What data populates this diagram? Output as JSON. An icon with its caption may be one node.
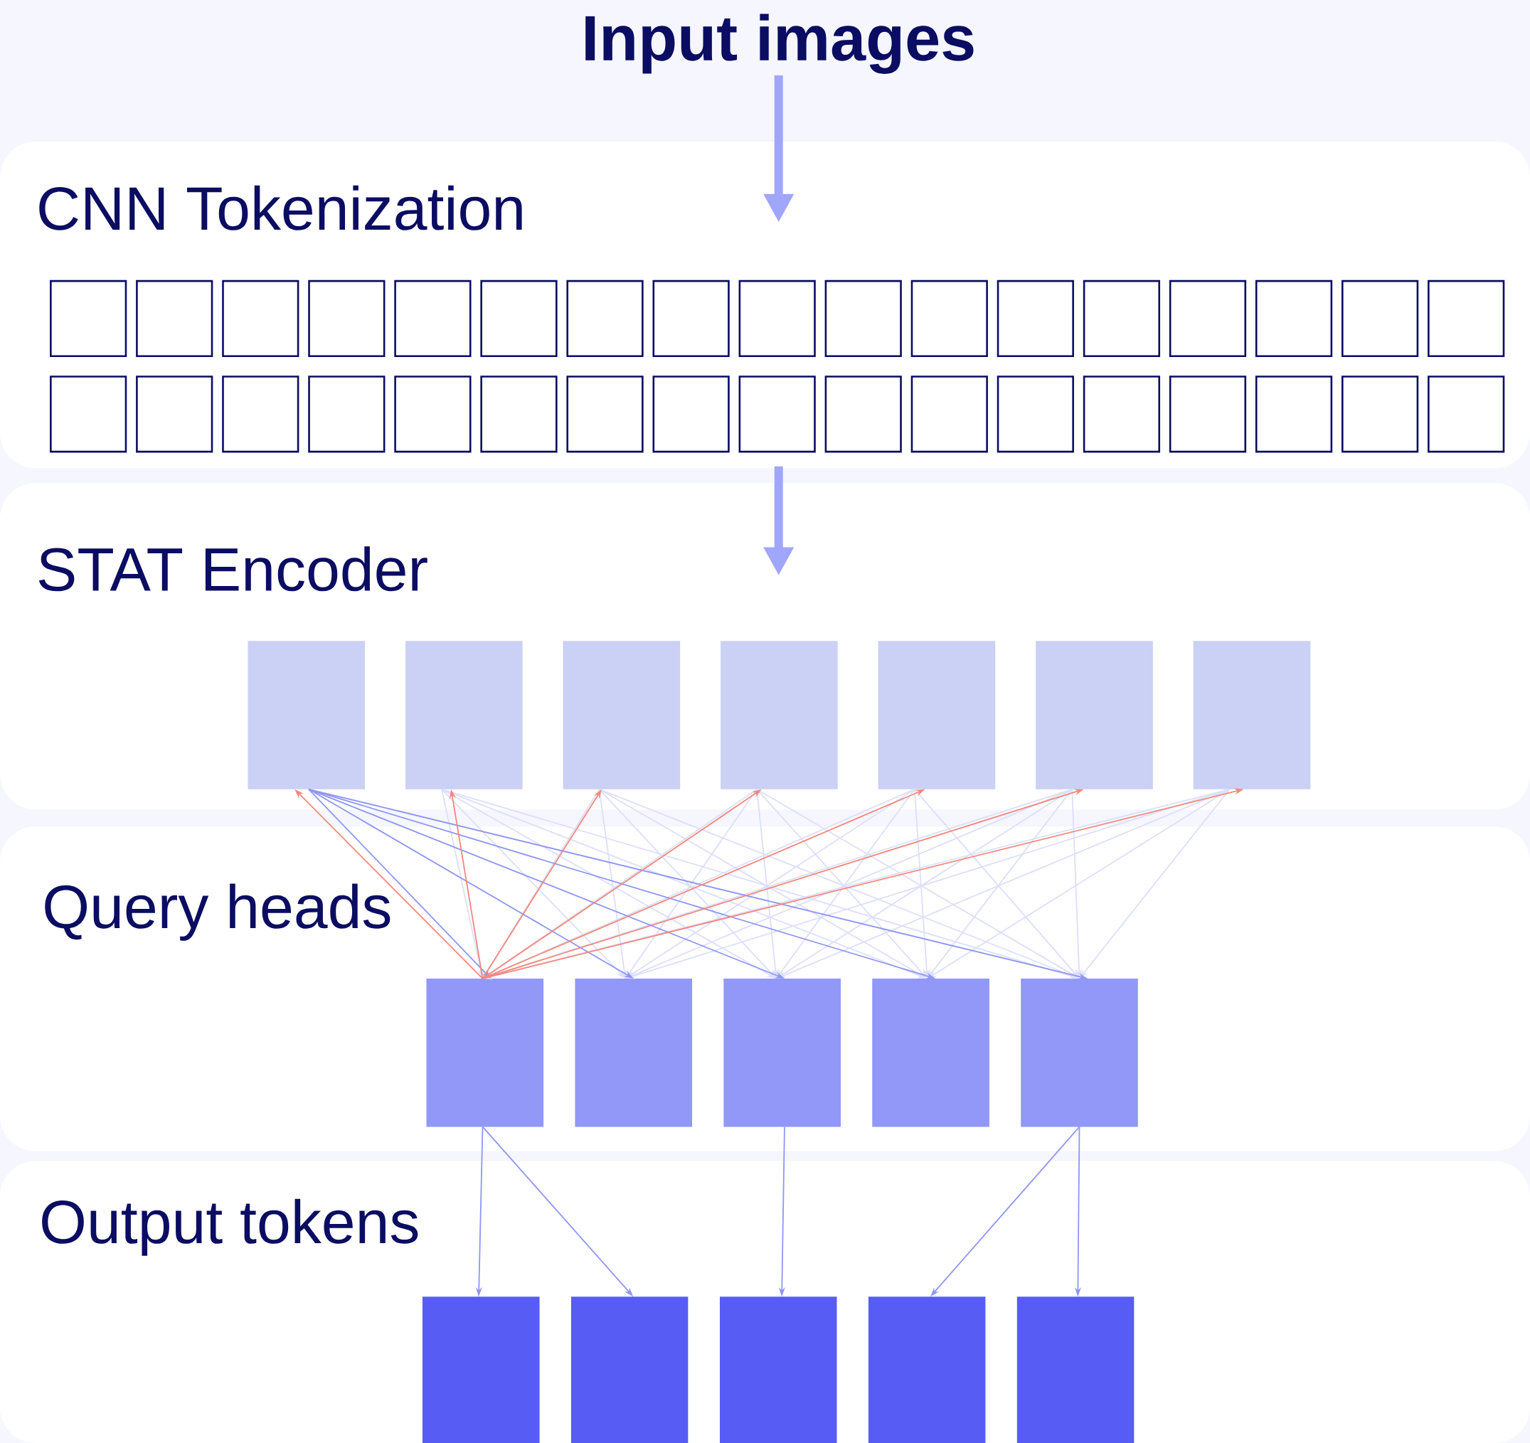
{
  "diagram": {
    "nodes": [
      {
        "text": [
          "Input images"
        ]
      },
      {
        "text": [
          "CNN Tokenization"
        ]
      },
      {
        "text": [],
        "shape": "box",
        "in": 1
      },
      {
        "text": [],
        "shape": "box",
        "in": 1
      },
      {
        "text": [],
        "shape": "box",
        "in": 1
      },
      {
        "text": [],
        "shape": "box",
        "in": 1
      },
      {
        "text": [],
        "shape": "box",
        "in": 1
      },
      {
        "text": [],
        "shape": "box",
        "in": 1
      },
      {
        "text": [],
        "shape": "box",
        "in": 1
      },
      {
        "text": [],
        "shape": "box",
        "in": 1
      },
      {
        "text": [],
        "shape": "box",
        "in": 1
      },
      {
        "text": [],
        "shape": "box",
        "in": 1
      },
      {
        "text": [],
        "shape": "box",
        "in": 1
      },
      {
        "text": [],
        "shape": "box",
        "in": 1
      },
      {
        "text": [],
        "shape": "box",
        "in": 1
      },
      {
        "text": [],
        "shape": "box",
        "in": 1
      },
      {
        "text": [],
        "shape": "box",
        "in": 1
      },
      {
        "text": [],
        "shape": "box",
        "in": 1
      },
      {
        "text": [],
        "shape": "box",
        "in": 1
      },
      {
        "text": [],
        "shape": "box",
        "in": 1
      },
      {
        "text": [],
        "shape": "box",
        "in": 1
      },
      {
        "text": [],
        "shape": "box",
        "in": 1
      },
      {
        "text": [],
        "shape": "box",
        "in": 1
      },
      {
        "text": [],
        "shape": "box",
        "in": 1
      },
      {
        "text": [],
        "shape": "box",
        "in": 1
      },
      {
        "text": [],
        "shape": "box",
        "in": 1
      },
      {
        "text": [],
        "shape": "box",
        "in": 1
      },
      {
        "text": [],
        "shape": "box",
        "in": 1
      },
      {
        "text": [],
        "shape": "box",
        "in": 1
      },
      {
        "text": [],
        "shape": "box",
        "in": 1
      },
      {
        "text": [],
        "shape": "box",
        "in": 1
      },
      {
        "text": [],
        "shape": "box",
        "in": 1
      },
      {
        "text": [],
        "shape": "box",
        "in": 1
      },
      {
        "text": [],
        "shape": "box",
        "in": 1
      },
      {
        "text": [],
        "shape": "box",
        "in": 1
      },
      {
        "text": [],
        "shape": "box",
        "in": 1
      },
      {
        "text": [
          "STAT Encoder"
        ]
      },
      {
        "text": [],
        "shape": "box",
        "in": 36
      },
      {
        "text": [],
        "shape": "box",
        "in": 36
      },
      {
        "text": [],
        "shape": "box",
        "in": 36
      },
      {
        "text": [],
        "shape": "box",
        "in": 36
      },
      {
        "text": [],
        "shape": "box",
        "in": 36
      },
      {
        "text": [],
        "shape": "box",
        "in": 36
      },
      {
        "text": [],
        "shape": "box",
        "in": 36
      },
      {
        "text": [
          "Query heads"
        ]
      },
      {
        "text": [],
        "shape": "box",
        "in": 44
      },
      {
        "text": [],
        "shape": "box",
        "in": 44
      },
      {
        "text": [],
        "shape": "box",
        "in": 44
      },
      {
        "text": [],
        "shape": "box",
        "in": 44
      },
      {
        "text": [],
        "shape": "box",
        "in": 44
      },
      {
        "text": [
          "Output tokens"
        ]
      },
      {
        "text": [],
        "shape": "box",
        "in": 50
      },
      {
        "text": [],
        "shape": "box",
        "in": 50
      },
      {
        "text": [],
        "shape": "box",
        "in": 50
      },
      {
        "text": [],
        "shape": "box",
        "in": 50
      },
      {
        "text": [],
        "shape": "box",
        "in": 50
      }
    ],
    "edges": [
      {
        "from": 0,
        "to": 1,
        "arrow": "to",
        "style": "thick",
        "color": "#a0a6fc"
      },
      {
        "from": 1,
        "to": 36,
        "arrow": "to",
        "style": "thick",
        "color": "#a0a6fc"
      },
      {
        "from": 38,
        "to": 45,
        "arrow": "to"
      },
      {
        "from": 38,
        "to": 46,
        "arrow": "to"
      },
      {
        "from": 38,
        "to": 47,
        "arrow": "to"
      },
      {
        "from": 38,
        "to": 48,
        "arrow": "to"
      },
      {
        "from": 38,
        "to": 49,
        "arrow": "to"
      },
      {
        "from": 39,
        "to": 45,
        "arrow": "to"
      },
      {
        "from": 39,
        "to": 46,
        "arrow": "to"
      },
      {
        "from": 39,
        "to": 47,
        "arrow": "to"
      },
      {
        "from": 39,
        "to": 48,
        "arrow": "to"
      },
      {
        "from": 39,
        "to": 49,
        "arrow": "to"
      },
      {
        "from": 40,
        "to": 45,
        "arrow": "to"
      },
      {
        "from": 40,
        "to": 46,
        "arrow": "to"
      },
      {
        "from": 40,
        "to": 47,
        "arrow": "to"
      },
      {
        "from": 40,
        "to": 48,
        "arrow": "to"
      },
      {
        "from": 40,
        "to": 49,
        "arrow": "to"
      },
      {
        "from": 41,
        "to": 45,
        "arrow": "to"
      },
      {
        "from": 41,
        "to": 46,
        "arrow": "to"
      },
      {
        "from": 41,
        "to": 47,
        "arrow": "to"
      },
      {
        "from": 41,
        "to": 48,
        "arrow": "to"
      },
      {
        "from": 41,
        "to": 49,
        "arrow": "to"
      },
      {
        "from": 42,
        "to": 45,
        "arrow": "to"
      },
      {
        "from": 42,
        "to": 46,
        "arrow": "to"
      },
      {
        "from": 42,
        "to": 47,
        "arrow": "to"
      },
      {
        "from": 42,
        "to": 48,
        "arrow": "to"
      },
      {
        "from": 42,
        "to": 49,
        "arrow": "to"
      },
      {
        "from": 43,
        "to": 45,
        "arrow": "to"
      },
      {
        "from": 43,
        "to": 46,
        "arrow": "to"
      },
      {
        "from": 43,
        "to": 47,
        "arrow": "to"
      },
      {
        "from": 43,
        "to": 48,
        "arrow": "to"
      },
      {
        "from": 43,
        "to": 49,
        "arrow": "to"
      },
      {
        "from": 37,
        "to": 45,
        "arrow": "to",
        "color": "#8e96f6"
      },
      {
        "from": 37,
        "to": 46,
        "arrow": "to",
        "color": "#8e96f6"
      },
      {
        "from": 37,
        "to": 47,
        "arrow": "to",
        "color": "#8e96f6"
      },
      {
        "from": 37,
        "to": 48,
        "arrow": "to",
        "color": "#8e96f6"
      },
      {
        "from": 37,
        "to": 49,
        "arrow": "to",
        "color": "#8e96f6"
      },
      {
        "from": 45,
        "to": 37,
        "arrow": "to",
        "color": "#f5877c"
      },
      {
        "from": 45,
        "to": 38,
        "arrow": "to",
        "color": "#f5877c"
      },
      {
        "from": 45,
        "to": 39,
        "arrow": "to",
        "color": "#f5877c"
      },
      {
        "from": 45,
        "to": 40,
        "arrow": "to",
        "color": "#f5877c"
      },
      {
        "from": 45,
        "to": 41,
        "arrow": "to",
        "color": "#f5877c"
      },
      {
        "from": 45,
        "to": 42,
        "arrow": "to",
        "color": "#f5877c"
      },
      {
        "from": 45,
        "to": 43,
        "arrow": "to",
        "color": "#f5877c"
      },
      {
        "from": 45,
        "to": 51,
        "arrow": "to",
        "color": "#8e96f6"
      },
      {
        "from": 45,
        "to": 52,
        "arrow": "to",
        "color": "#8e96f6"
      },
      {
        "from": 47,
        "to": 53,
        "arrow": "to",
        "color": "#8e96f6"
      },
      {
        "from": 49,
        "to": 54,
        "arrow": "to",
        "color": "#8e96f6"
      },
      {
        "from": 49,
        "to": 55,
        "arrow": "to",
        "color": "#8e96f6"
      }
    ]
  }
}
